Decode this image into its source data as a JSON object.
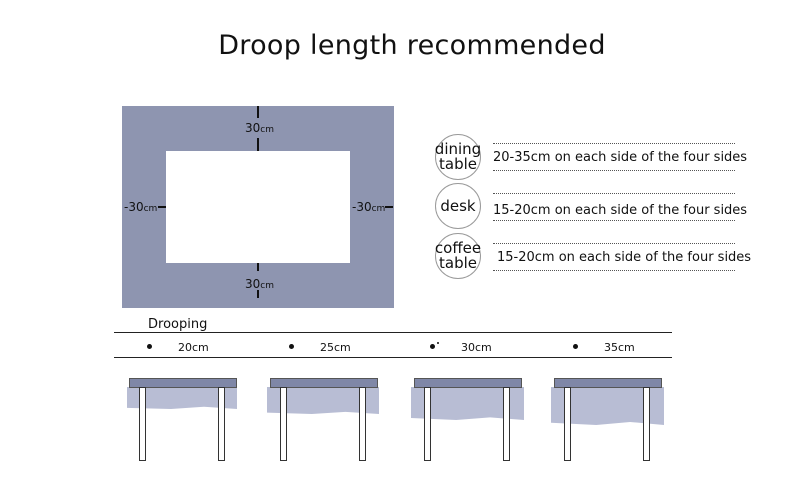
{
  "title": "Droop length recommended",
  "diagram": {
    "top_label": "30",
    "bottom_label": "30",
    "left_label": "-30",
    "right_label": "-30",
    "unit": "cm"
  },
  "recommendations": [
    {
      "name": "dining table",
      "text": "20-35cm on each side of the four sides"
    },
    {
      "name": "desk",
      "text": "15-20cm on each side of the four sides"
    },
    {
      "name": "coffee table",
      "text": "15-20cm on each side of the four sides"
    }
  ],
  "drooping": {
    "label": "Drooping",
    "lengths": [
      "20cm",
      "25cm",
      "30cm",
      "35cm"
    ]
  },
  "colors": {
    "cloth": "#8e95b0",
    "tabletop": "#ffffff",
    "skirt": "#a0a7c5"
  }
}
